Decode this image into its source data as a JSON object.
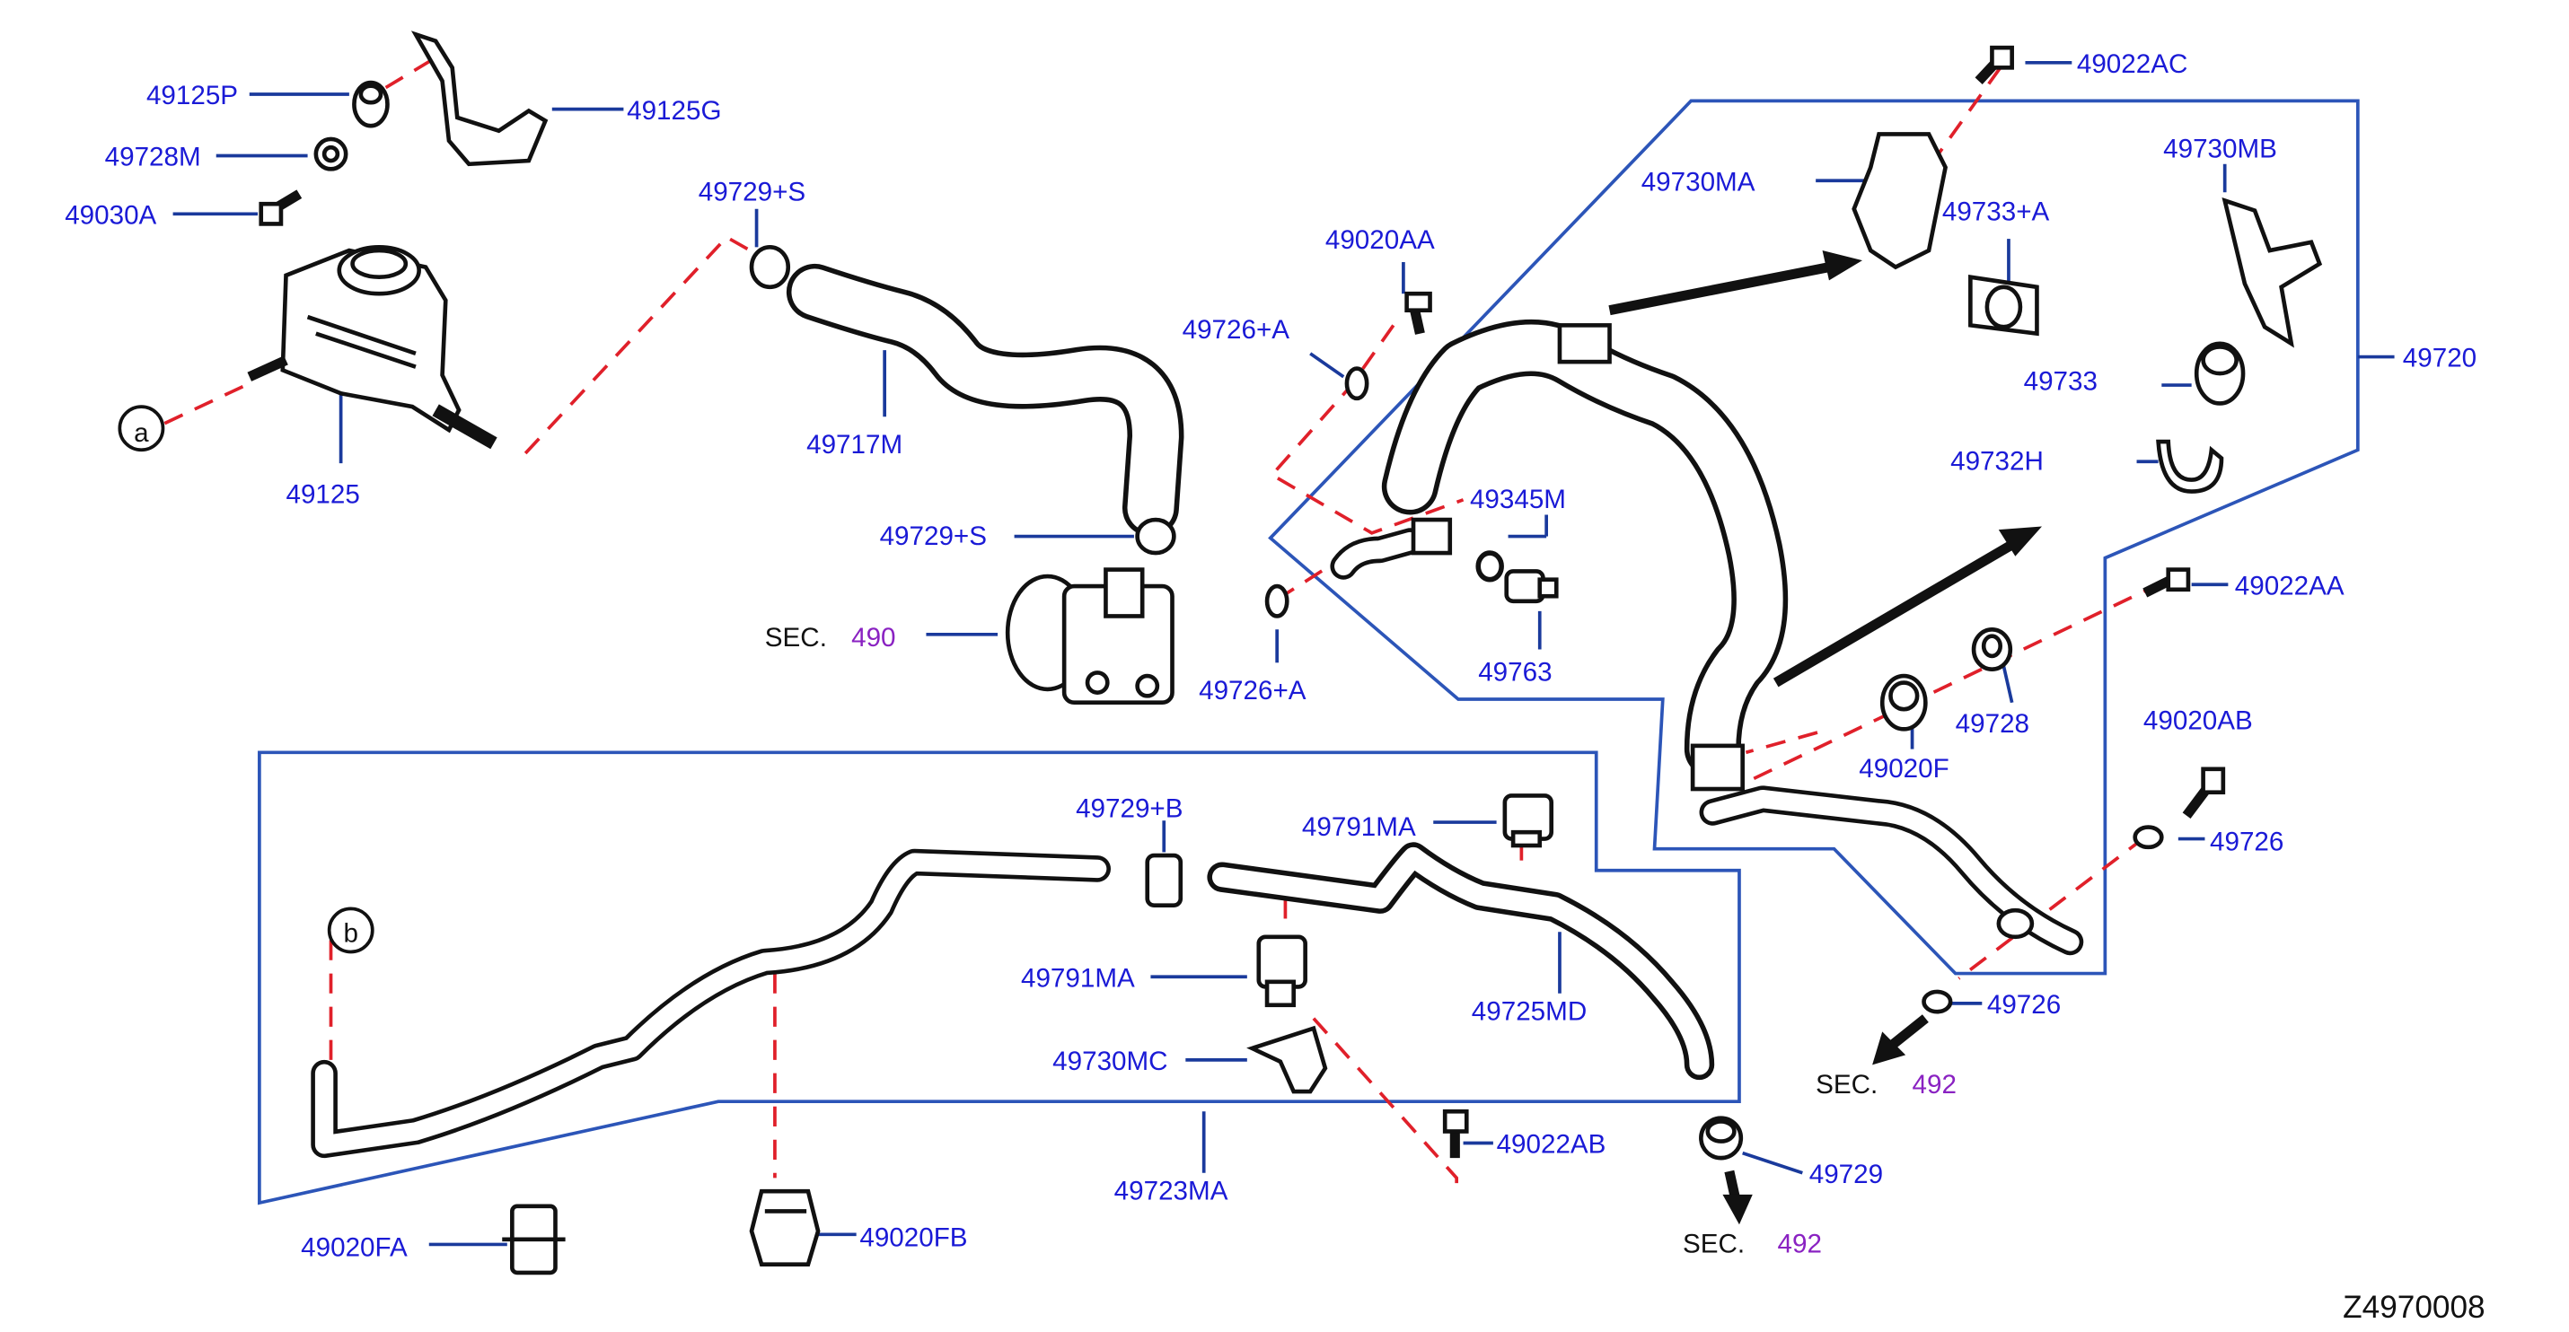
{
  "diagram": {
    "code": "Z4970008",
    "callouts": {
      "a": "a",
      "b": "b"
    },
    "sec_prefix": "SEC.",
    "sections": {
      "s490": "490",
      "s492a": "492",
      "s492b": "492"
    },
    "labels": {
      "p49125P": "49125P",
      "p49125G": "49125G",
      "p49728M": "49728M",
      "p49030A": "49030A",
      "p49125": "49125",
      "p49729S_top": "49729+S",
      "p49717M": "49717M",
      "p49729S_mid": "49729+S",
      "p49020AA": "49020AA",
      "p49726A_top": "49726+A",
      "p49726A_bot": "49726+A",
      "p49345M": "49345M",
      "p49763": "49763",
      "p49022AC": "49022AC",
      "p49730MA": "49730MA",
      "p49733A": "49733+A",
      "p49730MB": "49730MB",
      "p49733": "49733",
      "p49720": "49720",
      "p49732H": "49732H",
      "p49022AA": "49022AA",
      "p49728": "49728",
      "p49020F": "49020F",
      "p49020AB": "49020AB",
      "p49726_r": "49726",
      "p49726_b": "49726",
      "p49729B": "49729+B",
      "p49791MA_top": "49791MA",
      "p49791MA_low": "49791MA",
      "p49725MD": "49725MD",
      "p49730MC": "49730MC",
      "p49022AB": "49022AB",
      "p49723MA": "49723MA",
      "p49729": "49729",
      "p49020FA": "49020FA",
      "p49020FB": "49020FB"
    }
  }
}
